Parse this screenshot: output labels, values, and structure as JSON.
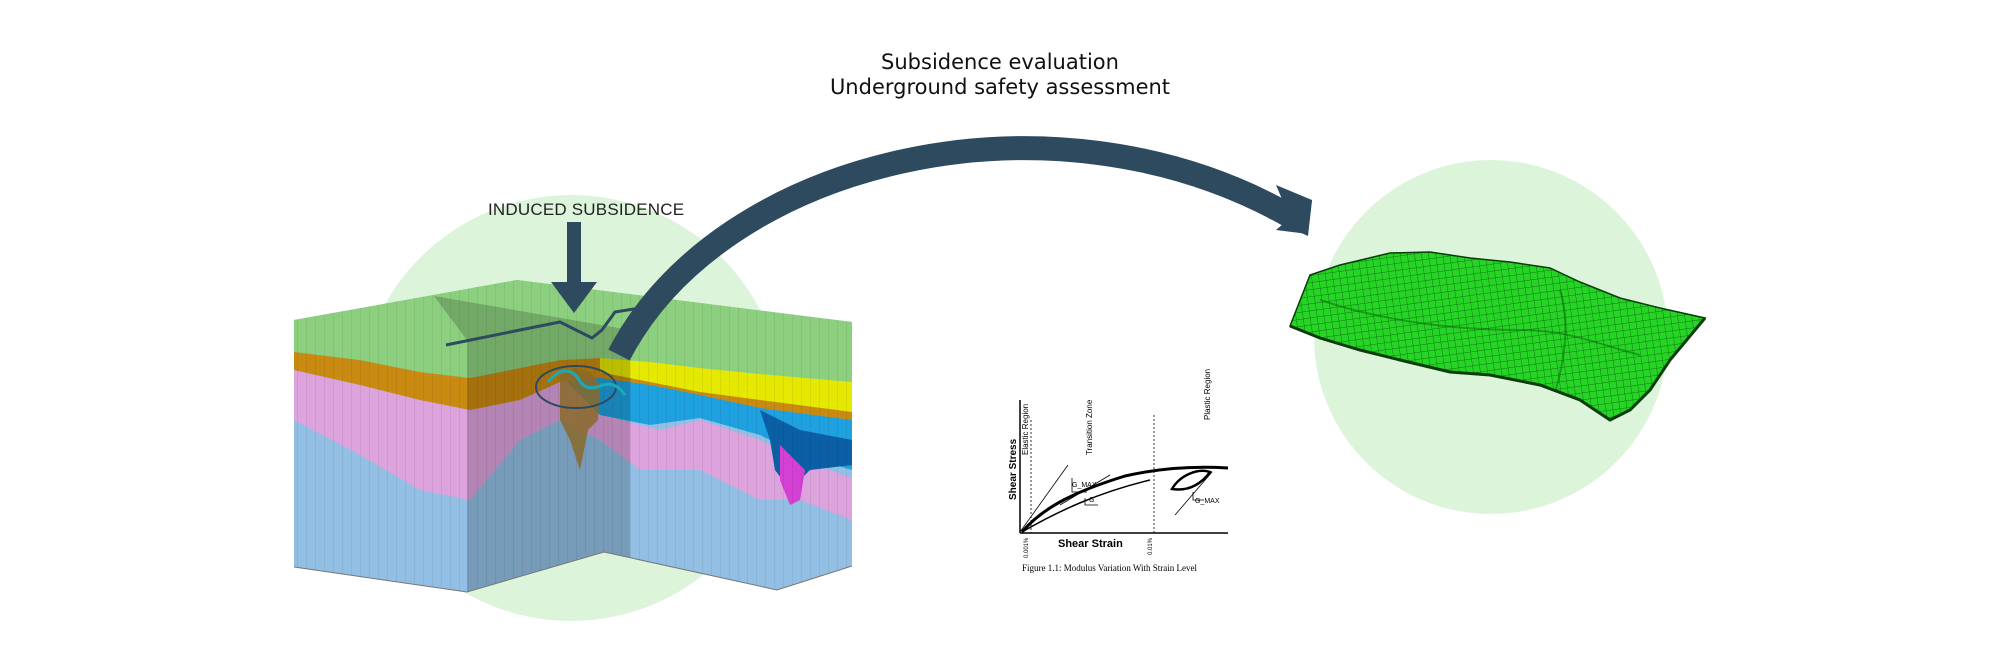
{
  "title": {
    "line1": "Subsidence evaluation",
    "line2": "Underground safety assessment"
  },
  "left_model": {
    "annotation": "INDUCED SUBSIDENCE",
    "layers": [
      {
        "name": "surface",
        "color": "#8ccf7e"
      },
      {
        "name": "yellow-band",
        "color": "#e5e800"
      },
      {
        "name": "orange-band",
        "color": "#c98a12"
      },
      {
        "name": "pink-band",
        "color": "#dca3dc"
      },
      {
        "name": "cyan-band",
        "color": "#1fa0df"
      },
      {
        "name": "basement",
        "color": "#92bfe3"
      }
    ]
  },
  "graph": {
    "y_axis_label": "Shear Stress",
    "x_axis_label": "Shear Strain",
    "region_labels": [
      "Elastic Region",
      "Transition Zone",
      "Plastic Region"
    ],
    "symbols": [
      "G_MAX",
      "G",
      "G_MAX"
    ],
    "x_ticks": [
      "0.001%",
      "0.01%"
    ],
    "caption": "Figure 1.1: Modulus Variation With Strain Level"
  },
  "colors": {
    "arrow": "#2e4a5f",
    "circle": "#dcf5da",
    "mesh_green": "#22d422"
  }
}
